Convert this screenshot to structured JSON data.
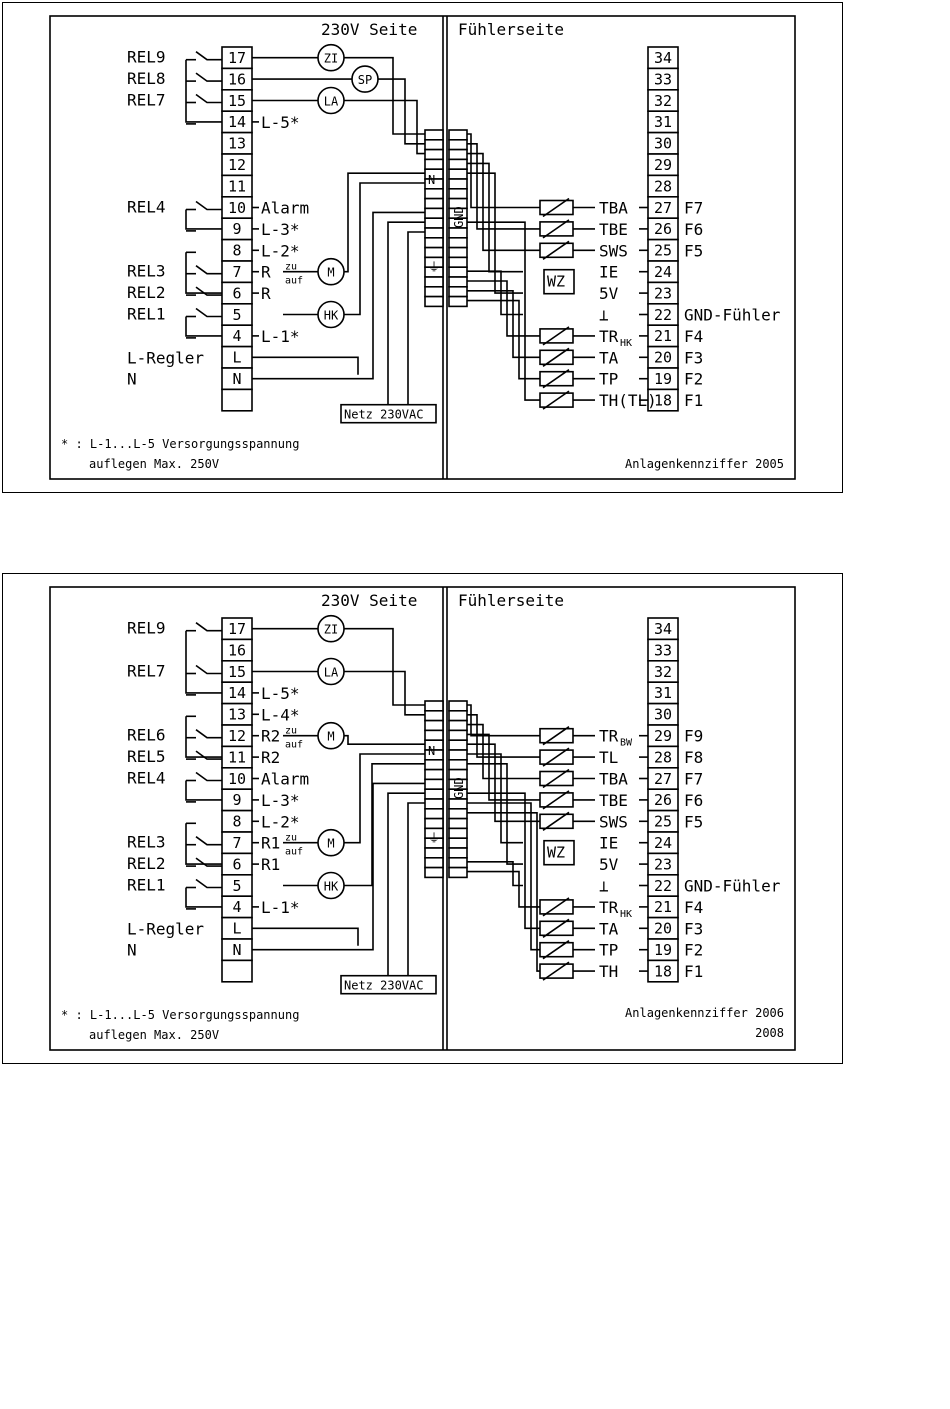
{
  "diagrams": [
    {
      "header_230": "230V Seite",
      "header_sensor": "Fühlerseite",
      "relays": [
        {
          "label": "REL9",
          "row": 17
        },
        {
          "label": "REL8",
          "row": 16
        },
        {
          "label": "REL7",
          "row": 15
        },
        {
          "label": "REL4",
          "row": 10
        },
        {
          "label": "REL3",
          "row": 7
        },
        {
          "label": "REL2",
          "row": 6
        },
        {
          "label": "REL1",
          "row": 5
        }
      ],
      "relay_groups": [
        [
          17,
          16,
          15,
          14
        ],
        [
          10,
          9
        ],
        [
          8,
          7,
          6
        ],
        [
          5,
          4
        ]
      ],
      "left_terminals": [
        "17",
        "16",
        "15",
        "14",
        "13",
        "12",
        "11",
        "10",
        "9",
        "8",
        "7",
        "6",
        "5",
        "4",
        "L",
        "N",
        ""
      ],
      "left_annotations": [
        {
          "row": 14,
          "text": "L-5*"
        },
        {
          "row": 10,
          "text": "Alarm"
        },
        {
          "row": 9,
          "text": "L-3*"
        },
        {
          "row": 8,
          "text": "L-2*"
        },
        {
          "row": 7,
          "text": "R"
        },
        {
          "row": 6,
          "text": "R"
        },
        {
          "row": 4,
          "text": "L-1*"
        }
      ],
      "loads": [
        {
          "label": "ZI",
          "row": 17
        },
        {
          "label": "SP",
          "row": 16
        },
        {
          "label": "LA",
          "row": 15
        }
      ],
      "motors": [
        {
          "label": "M",
          "row": 7
        },
        {
          "label": "HK",
          "row": 5
        }
      ],
      "zu_auf": [
        {
          "zu": "zu",
          "auf": "auf",
          "row": 7
        }
      ],
      "l_regler": "L-Regler",
      "n_label": "N",
      "mains": "Netz 230VAC",
      "bus_n": "N",
      "gnd": "GND",
      "right_terminals": [
        "34",
        "33",
        "32",
        "31",
        "30",
        "29",
        "28",
        "27",
        "26",
        "25",
        "24",
        "23",
        "22",
        "21",
        "20",
        "19",
        "18"
      ],
      "sensors": [
        {
          "row": 27,
          "label": "TBA",
          "f": "F7",
          "sub": ""
        },
        {
          "row": 26,
          "label": "TBE",
          "f": "F6",
          "sub": ""
        },
        {
          "row": 25,
          "label": "SWS",
          "f": "F5",
          "sub": ""
        },
        {
          "row": 24,
          "label": "IE",
          "f": "",
          "sub": "",
          "wz": true
        },
        {
          "row": 23,
          "label": "5V",
          "f": "",
          "sub": ""
        },
        {
          "row": 22,
          "label": "⊥",
          "f": "GND-Fühler",
          "sub": ""
        },
        {
          "row": 21,
          "label": "TR",
          "f": "F4",
          "sub": "HK"
        },
        {
          "row": 20,
          "label": "TA",
          "f": "F3",
          "sub": ""
        },
        {
          "row": 19,
          "label": "TP",
          "f": "F2",
          "sub": ""
        },
        {
          "row": 18,
          "label": "TH(TL)",
          "f": "F1",
          "sub": ""
        }
      ],
      "wz": "WZ",
      "footnote_line1": "* : L-1...L-5 Versorgungsspannung",
      "footnote_line2": "auflegen  Max. 250V",
      "code_line1": "Anlagenkennziffer 2005",
      "code_line2": ""
    },
    {
      "header_230": "230V Seite",
      "header_sensor": "Fühlerseite",
      "relays": [
        {
          "label": "REL9",
          "row": 17
        },
        {
          "label": "REL7",
          "row": 15
        },
        {
          "label": "REL6",
          "row": 12
        },
        {
          "label": "REL5",
          "row": 11
        },
        {
          "label": "REL4",
          "row": 10
        },
        {
          "label": "REL3",
          "row": 7
        },
        {
          "label": "REL2",
          "row": 6
        },
        {
          "label": "REL1",
          "row": 5
        }
      ],
      "relay_groups": [
        [
          17,
          15,
          14
        ],
        [
          13,
          12,
          11
        ],
        [
          10,
          9
        ],
        [
          8,
          7,
          6
        ],
        [
          5,
          4
        ]
      ],
      "left_terminals": [
        "17",
        "16",
        "15",
        "14",
        "13",
        "12",
        "11",
        "10",
        "9",
        "8",
        "7",
        "6",
        "5",
        "4",
        "L",
        "N",
        ""
      ],
      "left_annotations": [
        {
          "row": 14,
          "text": "L-5*"
        },
        {
          "row": 13,
          "text": "L-4*"
        },
        {
          "row": 12,
          "text": "R2"
        },
        {
          "row": 11,
          "text": "R2"
        },
        {
          "row": 10,
          "text": "Alarm"
        },
        {
          "row": 9,
          "text": "L-3*"
        },
        {
          "row": 8,
          "text": "L-2*"
        },
        {
          "row": 7,
          "text": "R1"
        },
        {
          "row": 6,
          "text": "R1"
        },
        {
          "row": 4,
          "text": "L-1*"
        }
      ],
      "loads": [
        {
          "label": "ZI",
          "row": 17
        },
        {
          "label": "LA",
          "row": 15
        }
      ],
      "motors": [
        {
          "label": "M",
          "row": 12
        },
        {
          "label": "M",
          "row": 7
        },
        {
          "label": "HK",
          "row": 5
        }
      ],
      "zu_auf": [
        {
          "zu": "zu",
          "auf": "auf",
          "row": 12
        },
        {
          "zu": "zu",
          "auf": "auf",
          "row": 7
        }
      ],
      "l_regler": "L-Regler",
      "n_label": "N",
      "mains": "Netz 230VAC",
      "bus_n": "N",
      "gnd": "GND",
      "right_terminals": [
        "34",
        "33",
        "32",
        "31",
        "30",
        "29",
        "28",
        "27",
        "26",
        "25",
        "24",
        "23",
        "22",
        "21",
        "20",
        "19",
        "18"
      ],
      "sensors": [
        {
          "row": 29,
          "label": "TR",
          "f": "F9",
          "sub": "BW"
        },
        {
          "row": 28,
          "label": "TL",
          "f": "F8",
          "sub": ""
        },
        {
          "row": 27,
          "label": "TBA",
          "f": "F7",
          "sub": ""
        },
        {
          "row": 26,
          "label": "TBE",
          "f": "F6",
          "sub": ""
        },
        {
          "row": 25,
          "label": "SWS",
          "f": "F5",
          "sub": ""
        },
        {
          "row": 24,
          "label": "IE",
          "f": "",
          "sub": "",
          "wz": true
        },
        {
          "row": 23,
          "label": "5V",
          "f": "",
          "sub": ""
        },
        {
          "row": 22,
          "label": "⊥",
          "f": "GND-Fühler",
          "sub": ""
        },
        {
          "row": 21,
          "label": "TR",
          "f": "F4",
          "sub": "HK"
        },
        {
          "row": 20,
          "label": "TA",
          "f": "F3",
          "sub": ""
        },
        {
          "row": 19,
          "label": "TP",
          "f": "F2",
          "sub": ""
        },
        {
          "row": 18,
          "label": "TH",
          "f": "F1",
          "sub": ""
        }
      ],
      "wz": "WZ",
      "footnote_line1": "* : L-1...L-5 Versorgungsspannung",
      "footnote_line2": "auflegen  Max. 250V",
      "code_line1": "Anlagenkennziffer 2006",
      "code_line2": "2008"
    }
  ]
}
